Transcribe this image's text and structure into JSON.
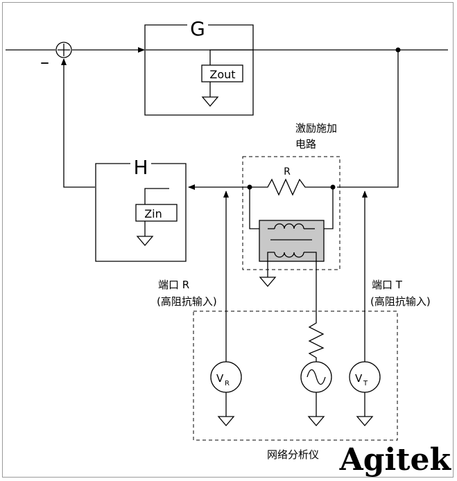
{
  "blocks": {
    "g": {
      "label": "G",
      "inner_label": "Zout"
    },
    "h": {
      "label": "H",
      "inner_label": "Zin"
    }
  },
  "summing_junction": {
    "minus_sign": "–"
  },
  "injection": {
    "title_line1": "激励施加",
    "title_line2": "电路",
    "resistor_label": "R"
  },
  "ports": {
    "r": {
      "line1": "端口 R",
      "line2": "(高阻抗输入)"
    },
    "t": {
      "line1": "端口 T",
      "line2": "(高阻抗输入)"
    }
  },
  "meters": {
    "vr": {
      "main": "V",
      "sub": "R"
    },
    "vt": {
      "main": "V",
      "sub": "T"
    }
  },
  "analyzer": {
    "label": "网络分析仪"
  },
  "logo": {
    "text": "Agitek",
    "color": "#2a2a8a"
  },
  "colors": {
    "transformer_fill": "#c8c8c8",
    "line": "#000000",
    "dash": "#000000"
  }
}
